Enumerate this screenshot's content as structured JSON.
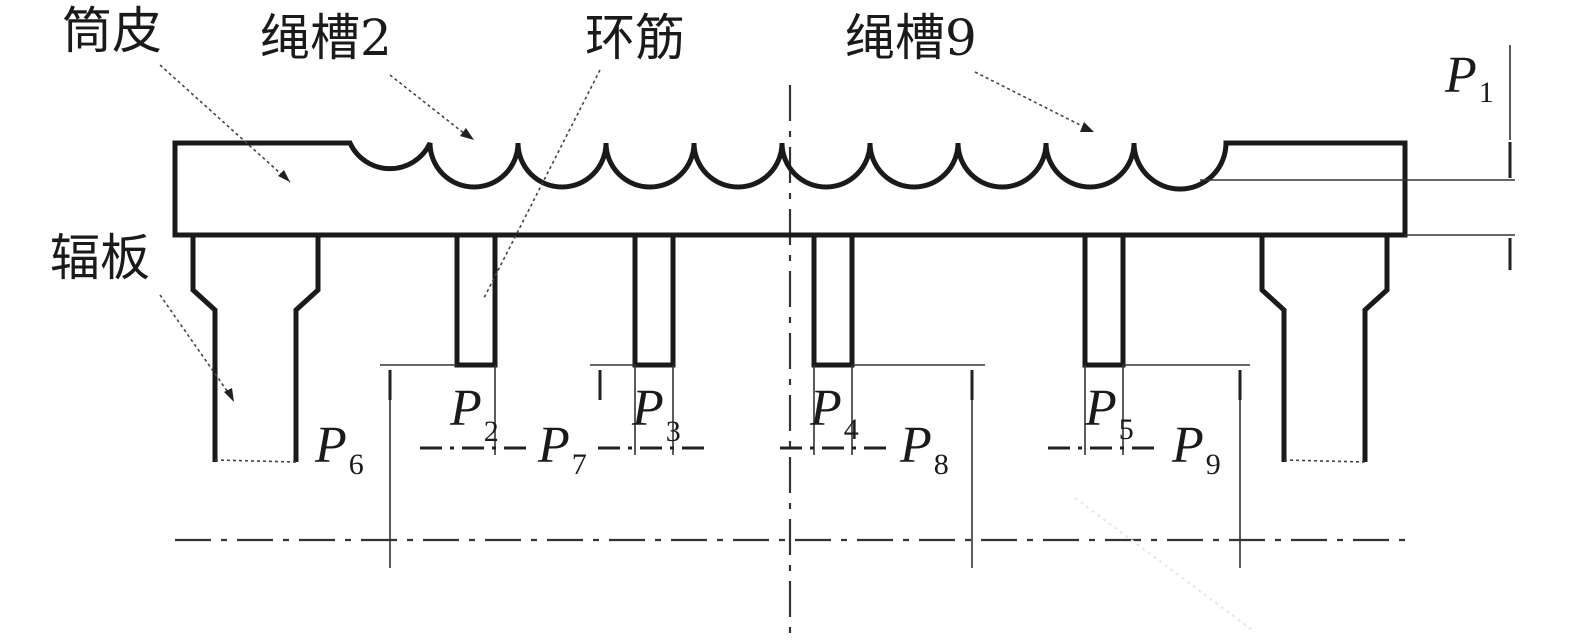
{
  "labels": {
    "shell": "筒皮",
    "groove_2": "绳槽2",
    "ring_rib": "环筋",
    "groove_9": "绳槽9",
    "web_plate": "辐板"
  },
  "parameters": [
    {
      "id": "p1",
      "symbol": "P",
      "sub": "1"
    },
    {
      "id": "p2",
      "symbol": "P",
      "sub": "2"
    },
    {
      "id": "p3",
      "symbol": "P",
      "sub": "3"
    },
    {
      "id": "p4",
      "symbol": "P",
      "sub": "4"
    },
    {
      "id": "p5",
      "symbol": "P",
      "sub": "5"
    },
    {
      "id": "p6",
      "symbol": "P",
      "sub": "6"
    },
    {
      "id": "p7",
      "symbol": "P",
      "sub": "7"
    },
    {
      "id": "p8",
      "symbol": "P",
      "sub": "8"
    },
    {
      "id": "p9",
      "symbol": "P",
      "sub": "9"
    }
  ],
  "colors": {
    "line": "#1a1a1a",
    "background": "#ffffff"
  }
}
